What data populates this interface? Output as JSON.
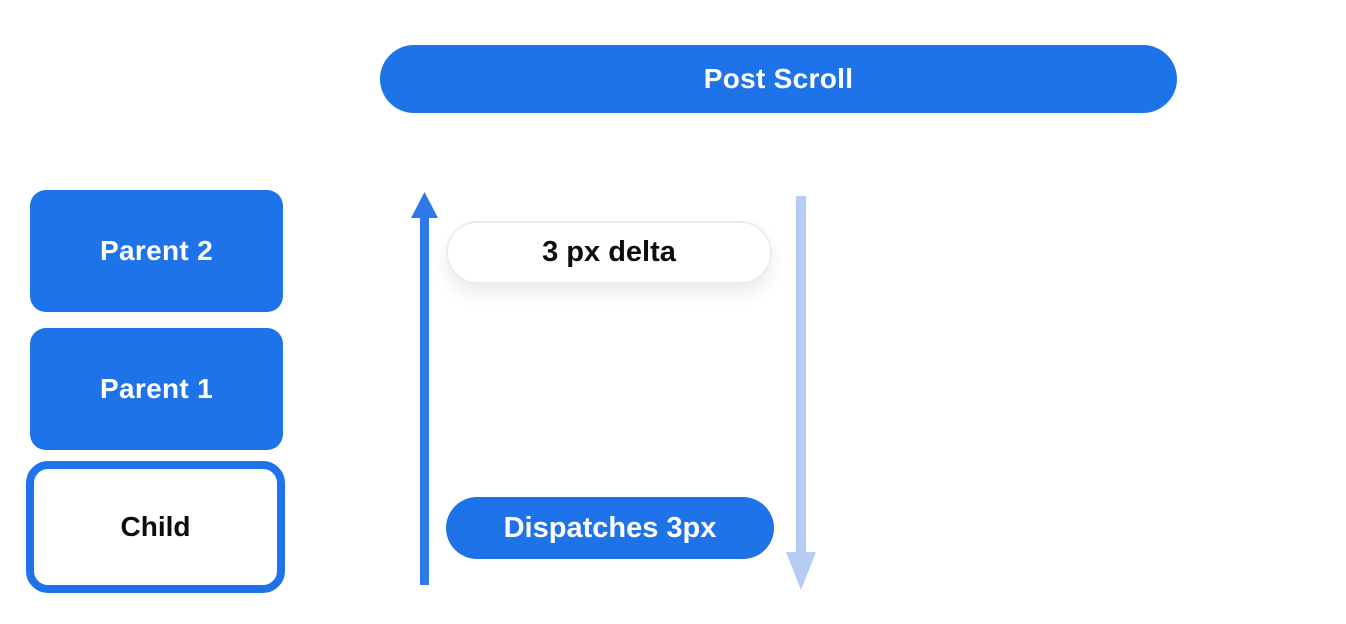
{
  "diagram": {
    "description": "Scroll notification flow diagram: child dispatches scroll delta up through parent widgets after a scroll",
    "header_pill": {
      "label": "Post Scroll"
    },
    "widget_stack": {
      "items": [
        {
          "label": "Parent 2",
          "variant": "filled"
        },
        {
          "label": "Parent 1",
          "variant": "filled"
        },
        {
          "label": "Child",
          "variant": "outlined"
        }
      ]
    },
    "flow": {
      "delta_pill_label": "3 px delta",
      "dispatch_pill_label": "Dispatches 3px",
      "up_arrow_meaning": "notification bubbles upward",
      "down_arrow_meaning": "scroll travels downward"
    }
  },
  "colors": {
    "primary_blue": "#1e73e8",
    "arrow_up_blue": "#2e79e9",
    "arrow_down_light_blue": "#b6ccf4",
    "white_pill_border": "#ececec",
    "text_on_blue": "#ffffff",
    "text_dark": "#0d0d0d",
    "background": "#ffffff"
  }
}
